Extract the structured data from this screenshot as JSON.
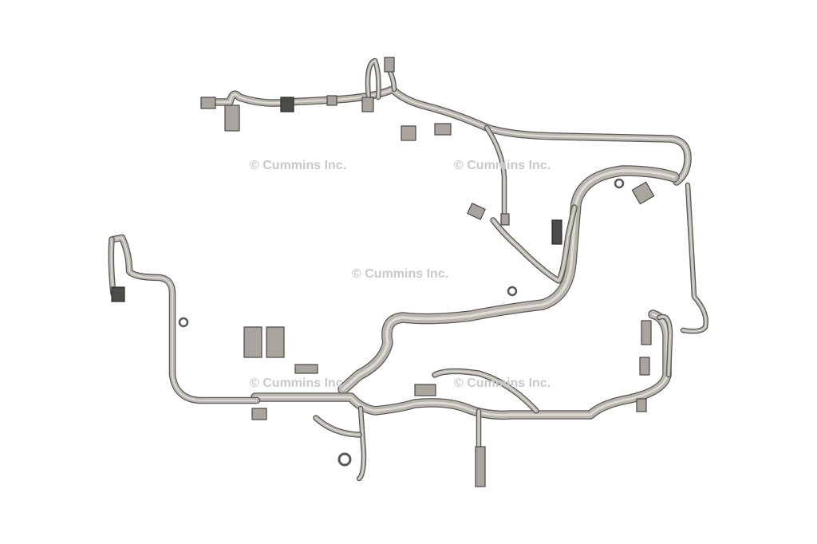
{
  "watermarks": [
    {
      "text": "© Cummins Inc."
    },
    {
      "text": "© Cummins Inc."
    },
    {
      "text": "© Cummins Inc."
    },
    {
      "text": "© Cummins Inc."
    },
    {
      "text": "© Cummins Inc."
    }
  ],
  "colors": {
    "harness": "#b9b5ae",
    "outline": "#5a5854",
    "watermark": "#c9c9c9"
  }
}
